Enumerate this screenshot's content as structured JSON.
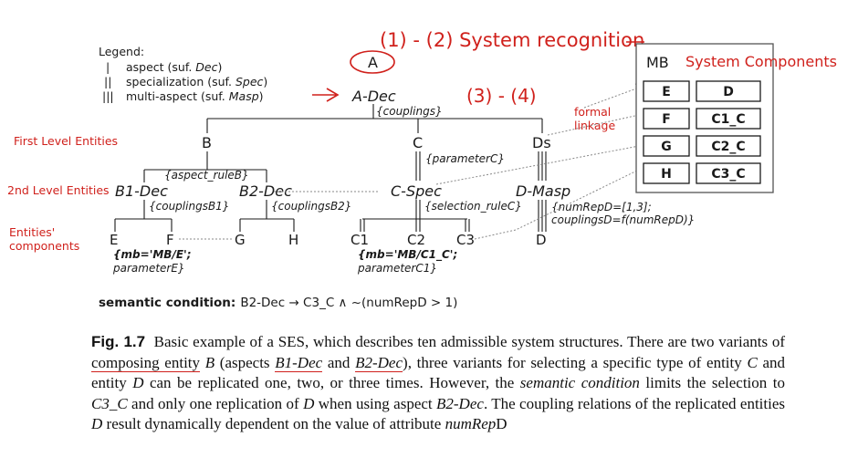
{
  "legend": {
    "title": "Legend:",
    "items": [
      {
        "sym": "|",
        "text": "aspect (suf. ",
        "suffix": "Dec",
        "close": ")"
      },
      {
        "sym": "||",
        "text": "specialization (suf. ",
        "suffix": "Spec",
        "close": ")"
      },
      {
        "sym": "|||",
        "text": "multi-aspect (suf. ",
        "suffix": "Masp",
        "close": ")"
      }
    ]
  },
  "annotations": {
    "system_recognition": "(1) - (2) System recognition",
    "steps_3_4": "(3) - (4)",
    "formal_linkage_1": "formal",
    "formal_linkage_2": "linkage",
    "first_level": "First Level Entities",
    "second_level": "2nd Level Entities",
    "components_1": "Entities'",
    "components_2": "components"
  },
  "tree": {
    "root": "A",
    "a_dec": "A-Dec",
    "a_couplings": "{couplings}",
    "B": "B",
    "C": "C",
    "Ds": "Ds",
    "b_aspect_rule": "{aspect_ruleB}",
    "c_param": "{parameterC}",
    "B1_Dec": "B1-Dec",
    "B2_Dec": "B2-Dec",
    "C_Spec": "C-Spec",
    "D_Masp": "D-Masp",
    "b1_couplings": "{couplingsB1}",
    "b2_couplings": "{couplingsB2}",
    "c_selection": "{selection_ruleC}",
    "d_numrep": "{numRepD=[1,3];",
    "d_couplings": "couplingsD=f(numRepD)}",
    "E": "E",
    "F": "F",
    "G": "G",
    "H": "H",
    "C1": "C1",
    "C2": "C2",
    "C3": "C3",
    "D": "D",
    "e_mb": "{mb='MB/E';",
    "e_param": "parameterE}",
    "c1_mb": "{mb='MB/C1_C';",
    "c1_param": "parameterC1}"
  },
  "mb": {
    "label": "MB",
    "system_components": "System Components",
    "cells": [
      "E",
      "D",
      "F",
      "C1_C",
      "G",
      "C2_C",
      "H",
      "C3_C"
    ]
  },
  "semantic": {
    "label": "semantic condition:",
    "expr": "B2-Dec → C3_C ∧ ~(numRepD > 1)"
  },
  "caption": {
    "fig": "Fig. 1.7",
    "t1": "Basic example of a SES, which describes ten admissible system structures. There are two variants of ",
    "u1": "composing entity",
    "i1": "B",
    "t2": " (aspects ",
    "i2": "B1-Dec",
    "t3": " and ",
    "i3": "B2-Dec",
    "t4": "), three variants for selecting a specific type of entity ",
    "i4": "C",
    "t5": " and entity ",
    "i5": "D",
    "t6": " can be replicated one, two, or three times. However, the ",
    "i6": "semantic condition",
    "t7": " limits the selection to ",
    "i7": "C3_C",
    "t8": " and only one replication of ",
    "i8": "D",
    "t9": " when using aspect ",
    "i9": "B2-Dec",
    "t10": ". The coupling relations of the replicated entities ",
    "i10": "D",
    "t11": " result dynamically dependent on the value of attribute ",
    "i11": "numRep",
    "t12": "D"
  }
}
